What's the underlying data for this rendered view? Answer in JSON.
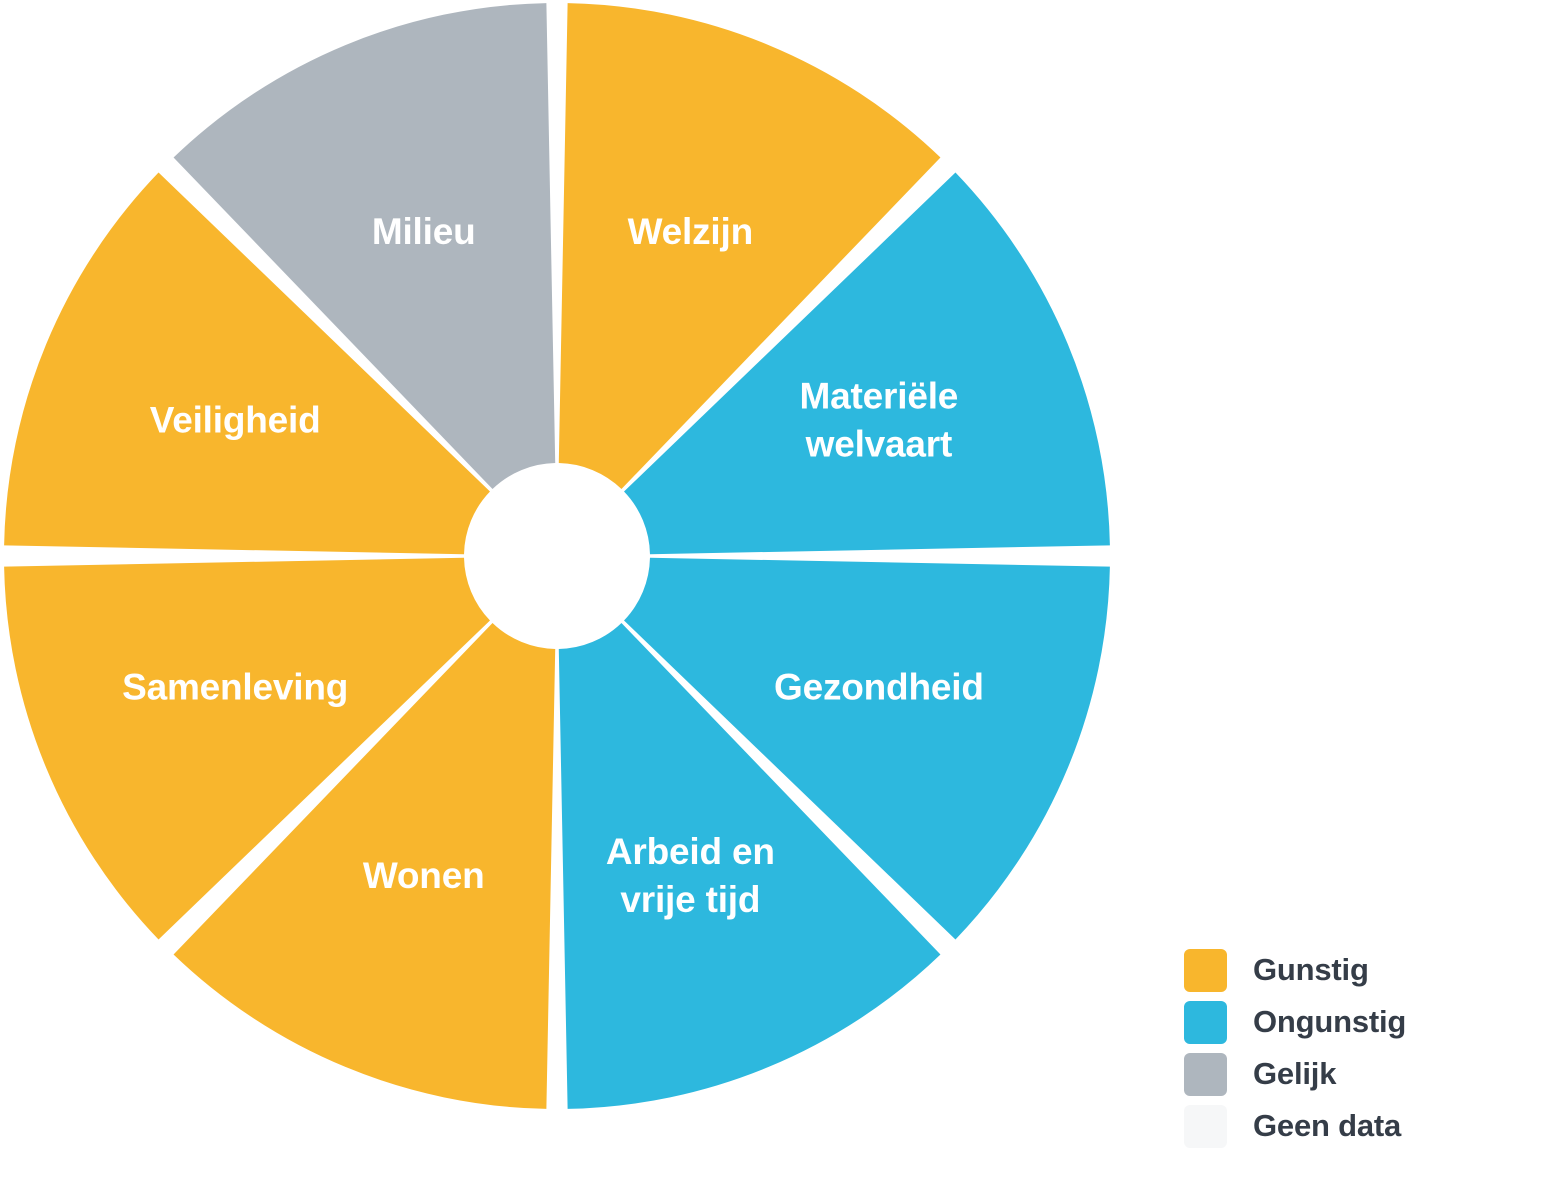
{
  "chart_data": {
    "type": "pie",
    "title": "",
    "subtitle": "",
    "xlabel": "",
    "ylabel": "",
    "variant": "donut",
    "inner_radius_ratio": 0.168,
    "start_angle_deg": 0,
    "direction": "clockwise",
    "grid": false,
    "legend_position": "bottom-right",
    "slice_gap_deg": 1.1,
    "categories": [
      "Welzijn",
      "Materiële welvaart",
      "Gezondheid",
      "Arbeid en vrije tijd",
      "Wonen",
      "Samenleving",
      "Veiligheid",
      "Milieu"
    ],
    "values": [
      12.5,
      12.5,
      12.5,
      12.5,
      12.5,
      12.5,
      12.5,
      12.5
    ],
    "slices": [
      {
        "label": "Welzijn",
        "label_lines": [
          "Welzijn"
        ],
        "value": 12.5,
        "start_deg": 0,
        "end_deg": 45,
        "status": "Gunstig",
        "color": "#f8b62d"
      },
      {
        "label": "Materiële welvaart",
        "label_lines": [
          "Materiële",
          "welvaart"
        ],
        "value": 12.5,
        "start_deg": 45,
        "end_deg": 90,
        "status": "Ongunstig",
        "color": "#2db8de"
      },
      {
        "label": "Gezondheid",
        "label_lines": [
          "Gezondheid"
        ],
        "value": 12.5,
        "start_deg": 90,
        "end_deg": 135,
        "status": "Ongunstig",
        "color": "#2db8de"
      },
      {
        "label": "Arbeid en vrije tijd",
        "label_lines": [
          "Arbeid en",
          "vrije tijd"
        ],
        "value": 12.5,
        "start_deg": 135,
        "end_deg": 180,
        "status": "Ongunstig",
        "color": "#2db8de"
      },
      {
        "label": "Wonen",
        "label_lines": [
          "Wonen"
        ],
        "value": 12.5,
        "start_deg": 180,
        "end_deg": 225,
        "status": "Gunstig",
        "color": "#f8b62d"
      },
      {
        "label": "Samenleving",
        "label_lines": [
          "Samenleving"
        ],
        "value": 12.5,
        "start_deg": 225,
        "end_deg": 270,
        "status": "Gunstig",
        "color": "#f8b62d"
      },
      {
        "label": "Veiligheid",
        "label_lines": [
          "Veiligheid"
        ],
        "value": 12.5,
        "start_deg": 270,
        "end_deg": 315,
        "status": "Gunstig",
        "color": "#f8b62d"
      },
      {
        "label": "Milieu",
        "label_lines": [
          "Milieu"
        ],
        "value": 12.5,
        "start_deg": 315,
        "end_deg": 360,
        "status": "Gelijk",
        "color": "#aeb6be"
      }
    ],
    "legend": [
      {
        "label": "Gunstig",
        "color": "#f8b62d"
      },
      {
        "label": "Ongunstig",
        "color": "#2db8de"
      },
      {
        "label": "Gelijk",
        "color": "#aeb6be"
      },
      {
        "label": "Geen data",
        "color": "#f6f7f8"
      }
    ]
  },
  "colors": {
    "background": "#ffffff",
    "gunstig": "#f8b62d",
    "ongunstig": "#2db8de",
    "gelijk": "#aeb6be",
    "geen_data": "#f6f7f8",
    "legend_text": "#353d48",
    "slice_label_text": "#ffffff",
    "separator": "#ffffff"
  }
}
